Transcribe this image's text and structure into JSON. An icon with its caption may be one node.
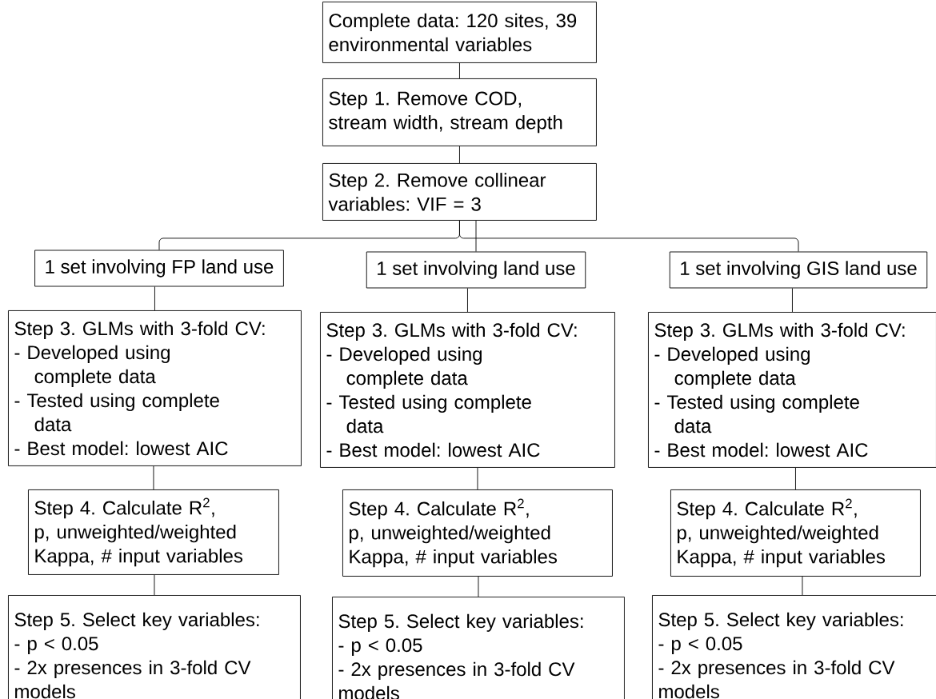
{
  "diagram": {
    "nodes": [
      {
        "text": [
          "Complete data: 120 sites, 39 environmental variables"
        ]
      },
      {
        "text": [
          "Step 1. Remove COD, stream width, stream depth"
        ]
      },
      {
        "text": [
          "Step 2. Remove collinear variables: VIF = 3"
        ]
      },
      {
        "text": [
          "1 set involving FP land use"
        ]
      },
      {
        "text": [
          "1 set involving land use"
        ]
      },
      {
        "text": [
          "1 set involving GIS land use"
        ]
      },
      {
        "text": [
          "Step 3. GLMs with 3-fold CV:",
          "- Developed using complete data",
          "- Tested using complete data",
          "- Best model: lowest AIC"
        ]
      },
      {
        "text": [
          "Step 3. GLMs with 3-fold CV:",
          "- Developed using complete data",
          "- Tested using complete data",
          "- Best model: lowest AIC"
        ]
      },
      {
        "text": [
          "Step 3. GLMs with 3-fold CV:",
          "- Developed using complete data",
          "- Tested using complete data",
          "- Best model: lowest AIC"
        ]
      },
      {
        "text": [
          "Step 4. Calculate R$^{2}$, p, unweighted/weighted Kappa, # input variables"
        ]
      },
      {
        "text": [
          "Step 4. Calculate R$^{2}$, p, unweighted/weighted Kappa, # input variables"
        ]
      },
      {
        "text": [
          "Step 4. Calculate R$^{2}$, p, unweighted/weighted Kappa, # input variables"
        ]
      },
      {
        "text": [
          "Step 5. Select key variables:",
          "- p < 0.05",
          "- 2x presences in 3-fold CV models"
        ]
      },
      {
        "text": [
          "Step 5. Select key variables:",
          "- p < 0.05",
          "- 2x presences in 3-fold CV models"
        ]
      },
      {
        "text": [
          "Step 5. Select key variables:",
          "- p < 0.05",
          "- 2x presences in 3-fold CV models"
        ]
      }
    ],
    "edges": [
      {
        "from": 0,
        "to": 1,
        "arrow": "none"
      },
      {
        "from": 1,
        "to": 2,
        "arrow": "none"
      },
      {
        "from": 2,
        "to": 3,
        "arrow": "none"
      },
      {
        "from": 2,
        "to": 4,
        "arrow": "none"
      },
      {
        "from": 2,
        "to": 5,
        "arrow": "none"
      },
      {
        "from": 3,
        "to": 6,
        "arrow": "none"
      },
      {
        "from": 4,
        "to": 7,
        "arrow": "none"
      },
      {
        "from": 5,
        "to": 8,
        "arrow": "none"
      },
      {
        "from": 6,
        "to": 9,
        "arrow": "none"
      },
      {
        "from": 7,
        "to": 10,
        "arrow": "none"
      },
      {
        "from": 8,
        "to": 11,
        "arrow": "none"
      },
      {
        "from": 9,
        "to": 12,
        "arrow": "none"
      },
      {
        "from": 10,
        "to": 13,
        "arrow": "none"
      },
      {
        "from": 11,
        "to": 14,
        "arrow": "none"
      }
    ]
  }
}
